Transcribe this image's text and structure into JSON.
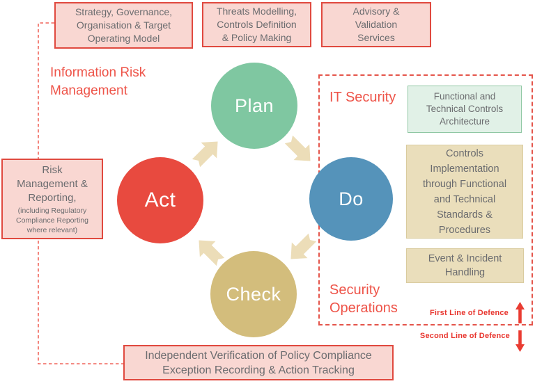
{
  "diagram_title": "Information Risk Management PDCA cycle",
  "palette": {
    "pink_box_bg": "#f9d7d2",
    "pink_box_border": "#e0493f",
    "red_heading": "#ee5449",
    "defence_red": "#e8352e",
    "gray_text": "#6b6c6f",
    "plan_green": "#7fc7a1",
    "do_blue": "#5593ba",
    "check_tan": "#d3bd7c",
    "act_red": "#e84a3f",
    "cycle_arrow_tan": "#ecddb8",
    "green_box_bg": "#e1f1e7",
    "green_box_border": "#8fc7a3",
    "tan_box_bg": "#eadebb",
    "dashed_border": "#e4544a"
  },
  "top_boxes": [
    {
      "label": "Strategy, Governance,\nOrganisation & Target\nOperating Model"
    },
    {
      "label": "Threats Modelling,\nControls Definition\n& Policy Making"
    },
    {
      "label": "Advisory &\nValidation\nServices"
    }
  ],
  "headings": {
    "information_risk_management": "Information Risk\nManagement",
    "it_security": "IT Security",
    "security_operations": "Security\nOperations"
  },
  "cycle": {
    "plan": "Plan",
    "do": "Do",
    "check": "Check",
    "act": "Act"
  },
  "left_box": {
    "title": "Risk\nManagement &\nReporting,",
    "subtitle": "(including Regulatory\nCompliance Reporting\nwhere relevant)"
  },
  "right_boxes": {
    "functional": "Functional and\nTechnical Controls\nArchitecture",
    "controls": "Controls\nImplementation\nthrough Functional\nand Technical\nStandards &\nProcedures",
    "event": "Event & Incident\nHandling"
  },
  "defence": {
    "first_line": "First Line of Defence",
    "second_line": "Second Line of Defence"
  },
  "bottom_box": {
    "label": "Independent Verification of Policy Compliance\nException Recording & Action Tracking"
  }
}
